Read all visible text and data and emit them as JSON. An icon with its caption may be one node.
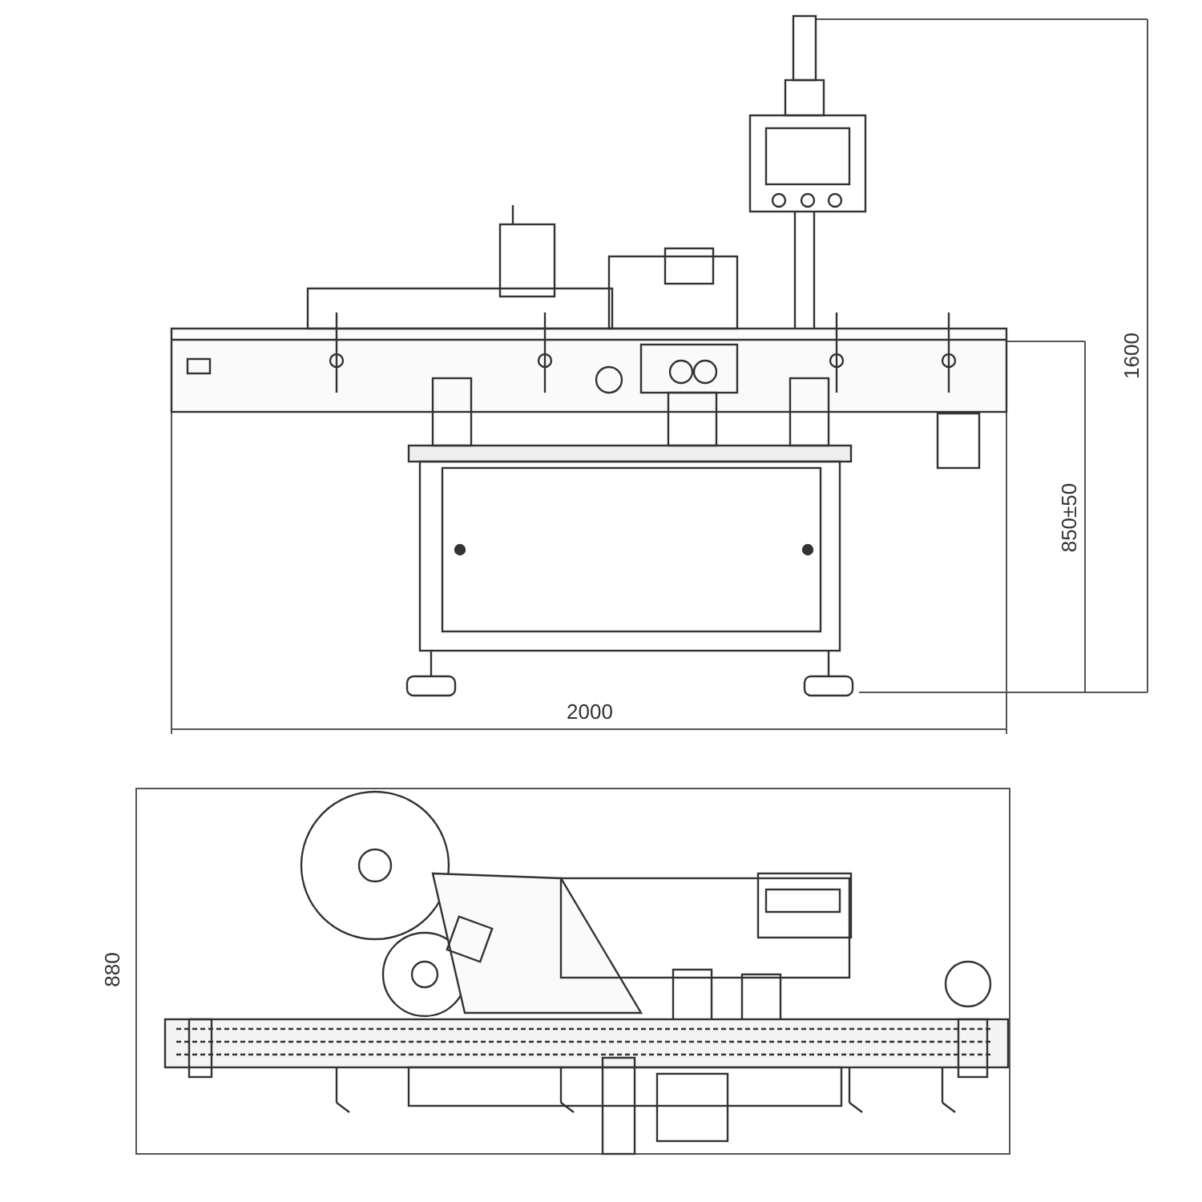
{
  "diagram": {
    "labels": [
      "1600",
      "850±50",
      "2000",
      "880"
    ]
  }
}
